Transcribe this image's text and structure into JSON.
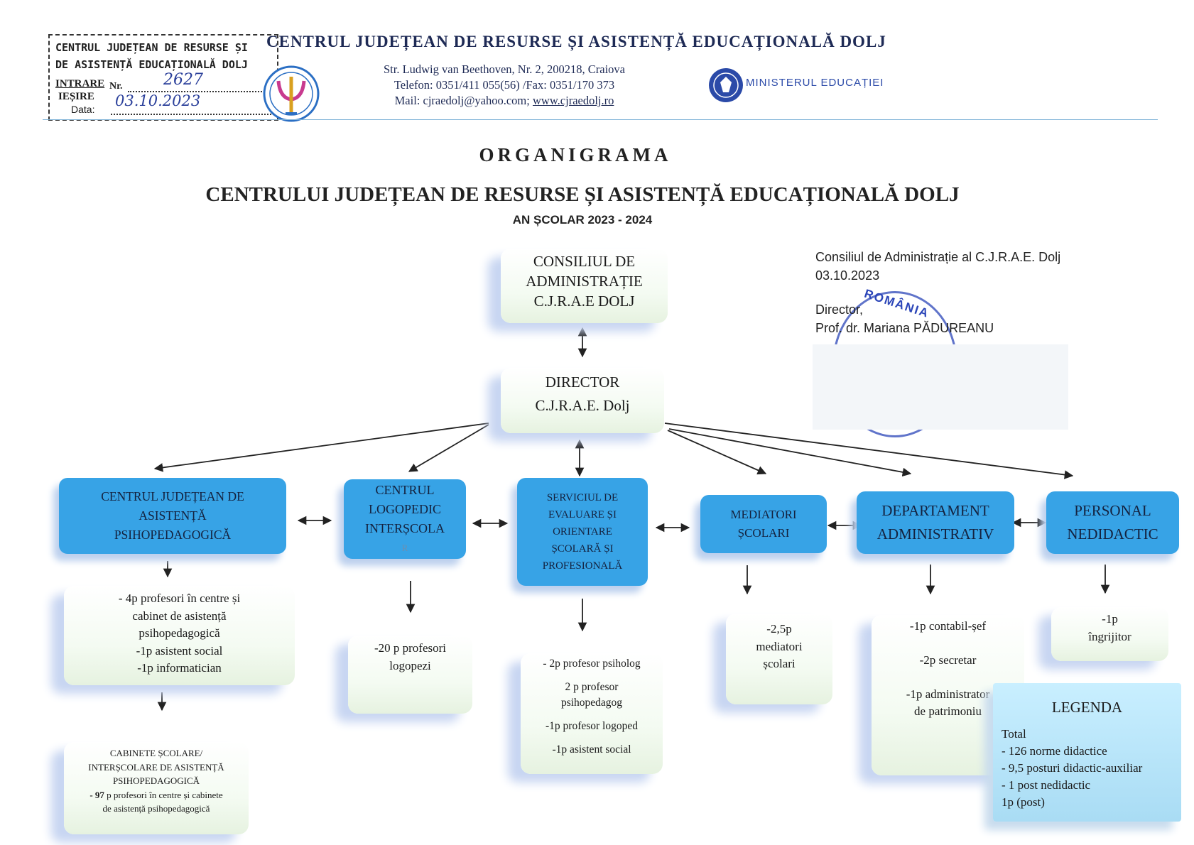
{
  "header": {
    "stamp_line1": "CENTRUL JUDEȚEAN DE RESURSE ȘI",
    "stamp_line2": "DE ASISTENȚĂ EDUCAȚIONALĂ DOLJ",
    "stamp_intrare": "INTRARE",
    "stamp_iesire": "IEȘIRE",
    "stamp_nr_label": "Nr.",
    "stamp_data_label": "Data:",
    "stamp_nr_value": "2627",
    "stamp_date_value": "03.10.2023",
    "institution": "CENTRUL JUDEȚEAN DE RESURSE ȘI ASISTENȚĂ EDUCAȚIONALĂ DOLJ",
    "address": "Str. Ludwig van Beethoven, Nr. 2, 200218, Craiova",
    "phone": "Telefon: 0351/411 055(56) /Fax: 0351/170 373",
    "mail_label": "Mail: cjraedolj@yahoo.com;",
    "website": "www.cjraedolj.ro",
    "ministry": "MINISTERUL EDUCAȚIEI"
  },
  "titles": {
    "t1": "ORGANIGRAMA",
    "t2": "CENTRULUI JUDEȚEAN DE RESURSE ȘI ASISTENȚĂ EDUCAȚIONALĂ DOLJ",
    "t3": "AN ȘCOLAR 2023 - 2024"
  },
  "approval": {
    "line1": "Consiliul de Administrație al C.J.R.A.E. Dolj",
    "line2": "03.10.2023",
    "line3": "Director,",
    "line4": "Prof. dr. Mariana PĂDUREANU",
    "seal_text": "ROMÂNIA"
  },
  "top": {
    "board": [
      "CONSILIUL DE",
      "ADMINISTRAȚIE",
      "C.J.R.A.E DOLJ"
    ],
    "director": [
      "DIRECTOR",
      "C.J.R.A.E. Dolj"
    ]
  },
  "departments": [
    {
      "lines": [
        "CENTRUL JUDEȚEAN DE",
        "ASISTENȚĂ",
        "PSIHOPEDAGOGICĂ"
      ]
    },
    {
      "lines": [
        "CENTRUL",
        "LOGOPEDIC",
        "INTERȘCOLA"
      ],
      "faded": "R"
    },
    {
      "lines": [
        "SERVICIUL DE",
        "EVALUARE ȘI",
        "ORIENTARE",
        "ȘCOLARĂ ȘI",
        "PROFESIONALĂ"
      ]
    },
    {
      "lines": [
        "MEDIATORI",
        "ȘCOLARI"
      ]
    },
    {
      "lines": [
        "DEPARTAMENT",
        "ADMINISTRATIV"
      ]
    },
    {
      "lines": [
        "PERSONAL",
        "NEDIDACTIC"
      ]
    }
  ],
  "staff": {
    "s1": [
      "- 4p  profesori în centre și",
      "cabinet de asistență",
      "psihopedagogică",
      "-1p asistent social",
      "-1p informatician"
    ],
    "s2": [
      "-20 p profesori",
      "logopezi"
    ],
    "s3": [
      "- 2p profesor psiholog",
      "2 p profesor",
      "psihopedagog",
      "-1p profesor logoped",
      "-1p asistent social"
    ],
    "s4": [
      "-2,5p",
      "mediatori",
      "școlari"
    ],
    "s5": [
      "-1p contabil-șef",
      "-2p secretar",
      "-1p administrator",
      "de patrimoniu"
    ],
    "s6": [
      "-1p",
      "îngrijitor"
    ],
    "s7_heading": [
      "CABINETE ȘCOLARE/",
      "INTERȘCOLARE DE ASISTENȚĂ",
      "PSIHOPEDAGOGICĂ"
    ],
    "s7_bold": "- 97",
    "s7_rest1": " p profesori în centre și cabinete",
    "s7_rest2": "de asistență psihopedagogică"
  },
  "legend": {
    "title": "LEGENDA",
    "lines": [
      "Total",
      "- 126 norme didactice",
      "- 9,5 posturi didactic-auxiliar",
      "- 1 post nedidactic",
      "1p (post)"
    ]
  },
  "colors": {
    "dept_blue": "#37a3e6",
    "legend_blue": "#b6e4f8",
    "seal_blue": "#2b45b8"
  }
}
